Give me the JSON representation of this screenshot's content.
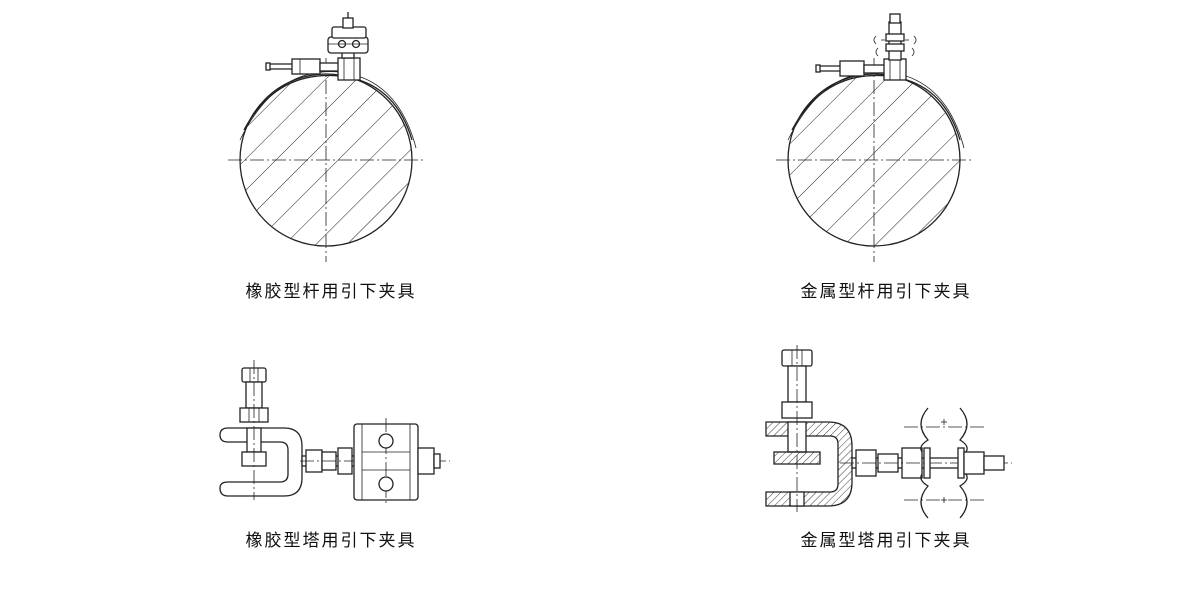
{
  "captions": {
    "top_left": "橡胶型杆用引下夹具",
    "top_right": "金属型杆用引下夹具",
    "bottom_left": "橡胶型塔用引下夹具",
    "bottom_right": "金属型塔用引下夹具"
  }
}
